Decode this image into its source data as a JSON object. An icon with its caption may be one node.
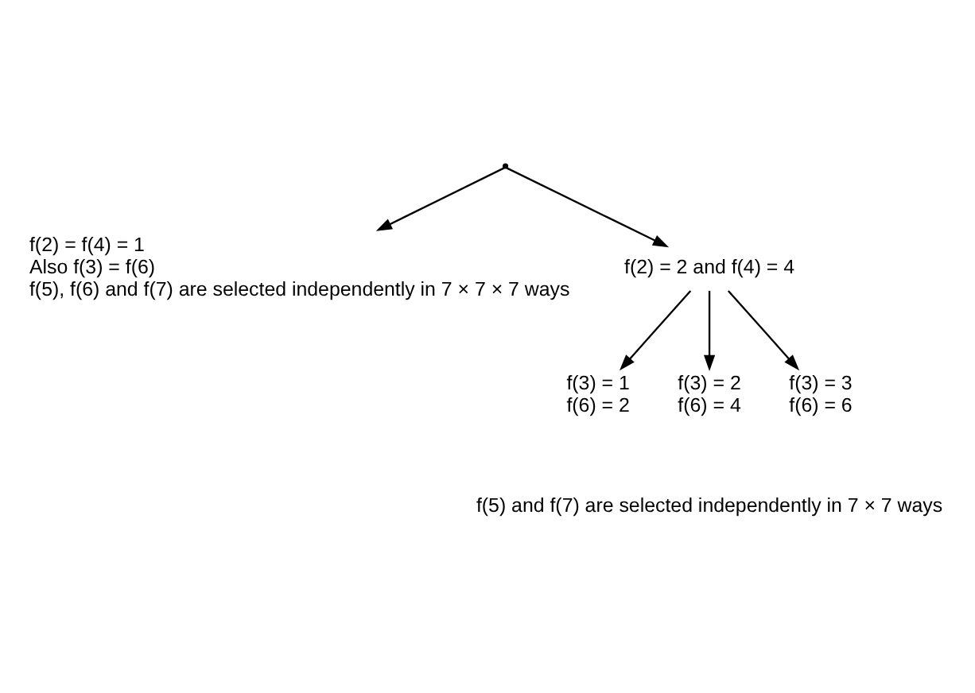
{
  "diagram": {
    "nodes": [
      {
        "text": [],
        "shape": "point"
      },
      {
        "text": [
          "f(2) = f(4) = 1",
          "Also f(3) = f(6)",
          "f(5), f(6) and f(7) are selected independently in 7 × 7 × 7 ways"
        ]
      },
      {
        "text": [
          "f(2) = 2 and f(4) = 4"
        ]
      },
      {
        "text": [
          "f(3) = 1",
          "f(6) = 2"
        ]
      },
      {
        "text": [
          "f(3) = 2",
          "f(6) = 4"
        ]
      },
      {
        "text": [
          "f(3) = 3",
          "f(6) = 6"
        ]
      }
    ],
    "edges": [
      {
        "from": 0,
        "to": 1,
        "arrow": "to"
      },
      {
        "from": 0,
        "to": 2,
        "arrow": "to"
      },
      {
        "from": 2,
        "to": 3,
        "arrow": "to"
      },
      {
        "from": 2,
        "to": 4,
        "arrow": "to"
      },
      {
        "from": 2,
        "to": 5,
        "arrow": "to"
      }
    ],
    "labels": [
      "f(5) and f(7) are selected independently in 7 × 7 ways"
    ]
  }
}
